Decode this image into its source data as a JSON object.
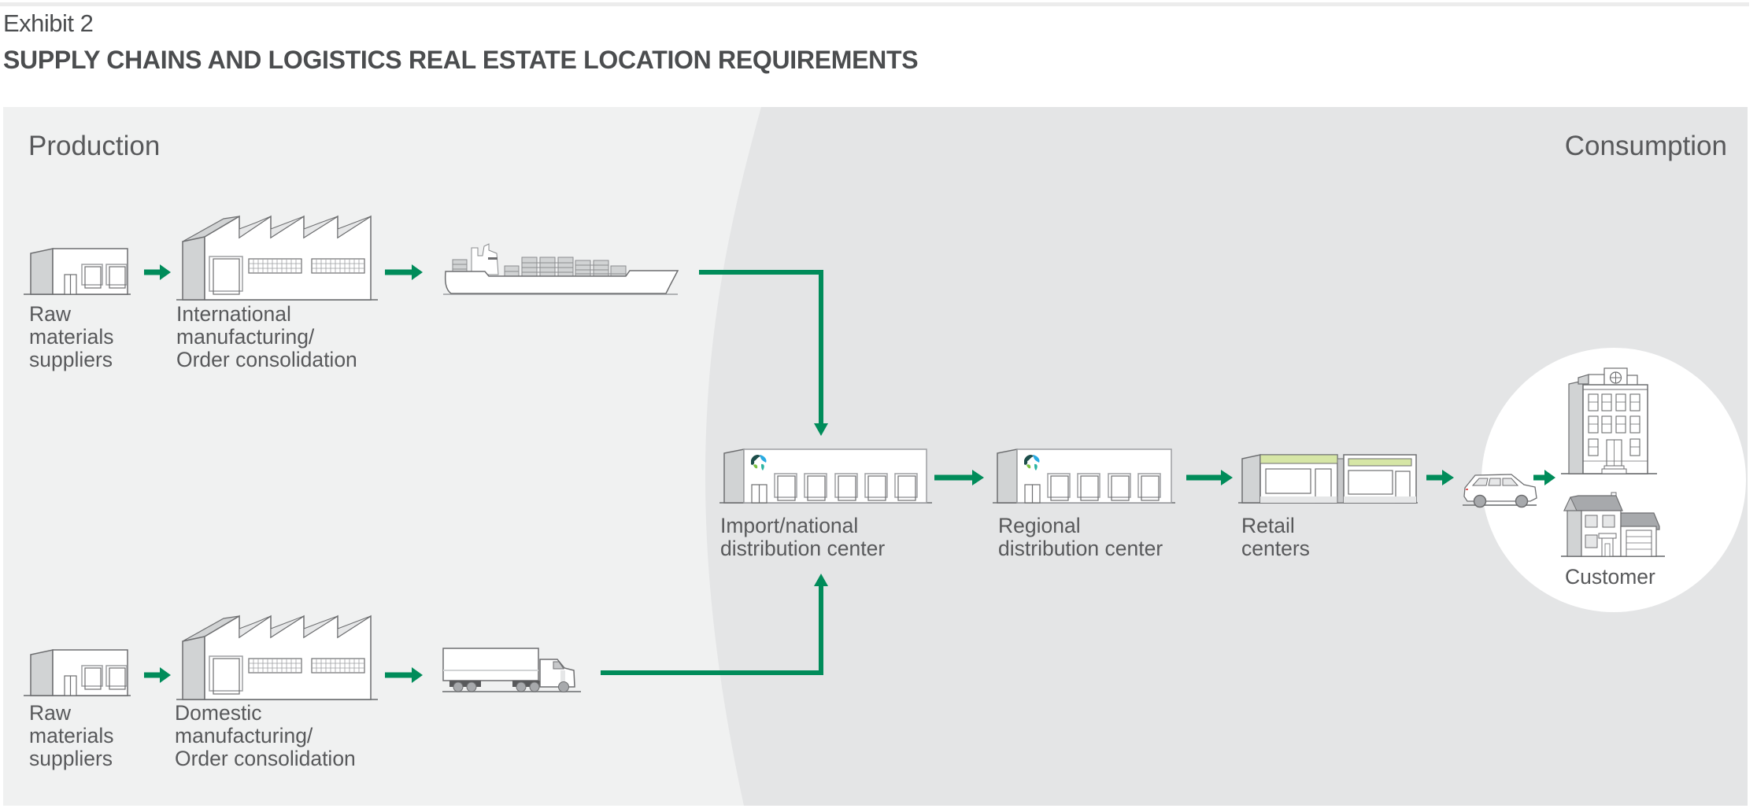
{
  "header": {
    "exhibit": "Exhibit 2",
    "title": "SUPPLY CHAINS AND LOGISTICS REAL ESTATE LOCATION REQUIREMENTS"
  },
  "sections": {
    "production": "Production",
    "consumption": "Consumption"
  },
  "colors": {
    "accent": "#008c5a",
    "production_bg": "#f0f1f1",
    "consumption_bg": "#e4e5e6",
    "customer_circle": "#ffffff"
  },
  "nodes": {
    "intl_raw": {
      "icon": "warehouse-icon",
      "lines": [
        "Raw",
        "materials",
        "suppliers"
      ]
    },
    "intl_mfg": {
      "icon": "factory-icon",
      "lines": [
        "International",
        "manufacturing/",
        "Order consolidation"
      ]
    },
    "ship": {
      "icon": "container-ship-icon"
    },
    "dom_raw": {
      "icon": "warehouse-icon",
      "lines": [
        "Raw",
        "materials",
        "suppliers"
      ]
    },
    "dom_mfg": {
      "icon": "factory-icon",
      "lines": [
        "Domestic",
        "manufacturing/",
        "Order consolidation"
      ]
    },
    "truck": {
      "icon": "truck-icon"
    },
    "import_dc": {
      "icon": "distribution-center-icon",
      "lines": [
        "Import/national",
        "distribution center"
      ]
    },
    "regional_dc": {
      "icon": "distribution-center-icon",
      "lines": [
        "Regional",
        "distribution center"
      ]
    },
    "retail": {
      "icon": "storefront-icon",
      "lines": [
        "Retail",
        "centers"
      ]
    },
    "car": {
      "icon": "car-icon"
    },
    "customer": {
      "icons": [
        "apartment-building-icon",
        "house-icon"
      ],
      "label": "Customer"
    }
  },
  "flows": [
    [
      "intl_raw",
      "intl_mfg"
    ],
    [
      "intl_mfg",
      "ship"
    ],
    [
      "ship",
      "import_dc"
    ],
    [
      "dom_raw",
      "dom_mfg"
    ],
    [
      "dom_mfg",
      "truck"
    ],
    [
      "truck",
      "import_dc"
    ],
    [
      "import_dc",
      "regional_dc"
    ],
    [
      "regional_dc",
      "retail"
    ],
    [
      "retail",
      "car"
    ],
    [
      "car",
      "customer"
    ]
  ]
}
